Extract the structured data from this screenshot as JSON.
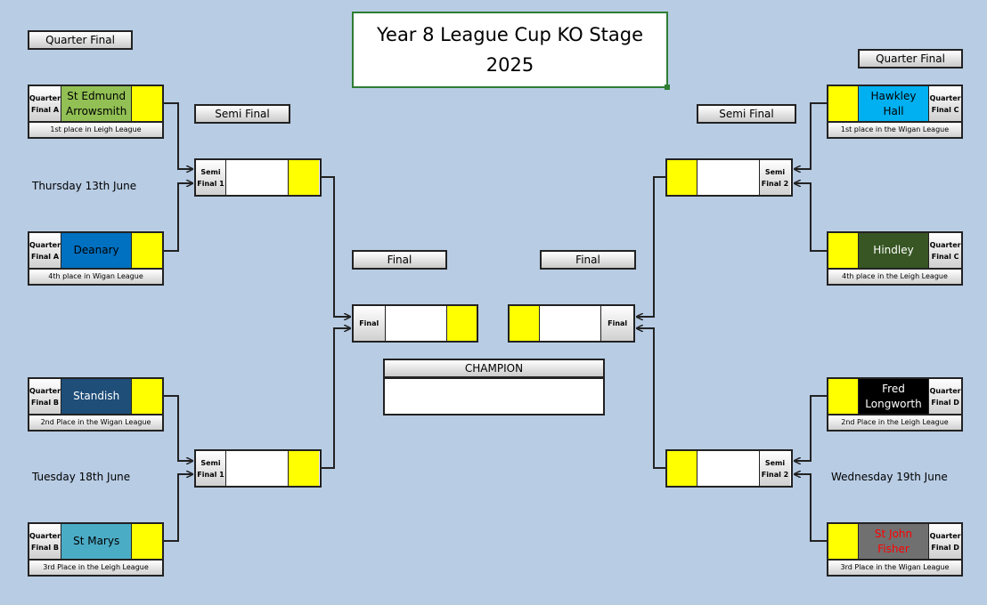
{
  "title": {
    "line1": "Year 8 League Cup KO Stage",
    "line2": "2025"
  },
  "headers": {
    "qf_left": "Quarter Final",
    "qf_right": "Quarter Final",
    "sf_left": "Semi Final",
    "sf_right": "Semi Final",
    "final_left": "Final",
    "final_right": "Final"
  },
  "dates": {
    "left_top": "Thursday 13th June",
    "left_bottom": "Tuesday 18th June",
    "right_bottom": "Wednesday 19th June"
  },
  "qf": [
    {
      "tag1": "Quarter",
      "tag2": "Final A",
      "team1": "St Edmund",
      "team2": "Arrowsmith",
      "sub": "1st place in Leigh League",
      "bg": "#92c054",
      "fg": "#000000"
    },
    {
      "tag1": "Quarter",
      "tag2": "Final A",
      "team1": "Deanary",
      "team2": "",
      "sub": "4th place in Wigan League",
      "bg": "#0070c0",
      "fg": "#000000"
    },
    {
      "tag1": "Quarter",
      "tag2": "Final B",
      "team1": "Standish",
      "team2": "",
      "sub": "2nd Place in the Wigan League",
      "bg": "#1f4e79",
      "fg": "#ffffff"
    },
    {
      "tag1": "Quarter",
      "tag2": "Final B",
      "team1": "St Marys",
      "team2": "",
      "sub": "3rd Place in the Leigh League",
      "bg": "#4bacc6",
      "fg": "#000000"
    },
    {
      "tag1": "Quarter",
      "tag2": "Final C",
      "team1": "Hawkley Hall",
      "team2": "",
      "sub": "1st place in the Wigan League",
      "bg": "#00b0f0",
      "fg": "#000000"
    },
    {
      "tag1": "Quarter",
      "tag2": "Final C",
      "team1": "Hindley",
      "team2": "",
      "sub": "4th place in the Leigh League",
      "bg": "#375623",
      "fg": "#ffffff"
    },
    {
      "tag1": "Quarter",
      "tag2": "Final D",
      "team1": "Fred",
      "team2": "Longworth",
      "sub": "2nd Place in the Leigh League",
      "bg": "#000000",
      "fg": "#ffffff"
    },
    {
      "tag1": "Quarter",
      "tag2": "Final D",
      "team1": "St John",
      "team2": "Fisher",
      "sub": "3rd Place in the Wigan League",
      "bg": "#707070",
      "fg": "#ff0000"
    }
  ],
  "sf": [
    {
      "tag1": "Semi",
      "tag2": "Final 1"
    },
    {
      "tag1": "Semi",
      "tag2": "Final 1"
    },
    {
      "tag1": "Semi",
      "tag2": "Final 2"
    },
    {
      "tag1": "Semi",
      "tag2": "Final 2"
    }
  ],
  "final": {
    "tag_left": "Final",
    "tag_right": "Final"
  },
  "champion": {
    "label": "CHAMPION",
    "value": ""
  },
  "colors": {
    "background": "#b8cce4",
    "score": "#ffff00",
    "title_border": "#2e7d32"
  }
}
